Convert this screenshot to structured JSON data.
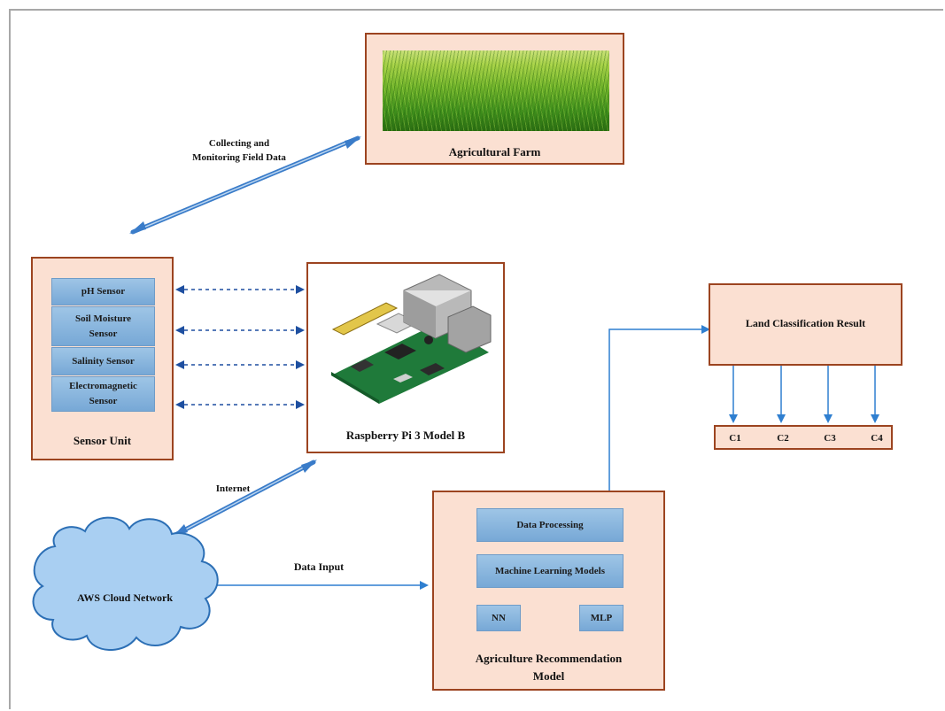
{
  "farm": {
    "title": "Agricultural Farm"
  },
  "link_farm": {
    "line1": "Collecting and",
    "line2": "Monitoring Field Data"
  },
  "sensor_unit": {
    "title": "Sensor Unit",
    "sensors": [
      "pH Sensor",
      "Soil Moisture Sensor",
      "Salinity Sensor",
      "Electromagnetic Sensor"
    ]
  },
  "raspberry": {
    "title": "Raspberry Pi 3 Model B"
  },
  "internet_label": "Internet",
  "cloud": {
    "title": "AWS Cloud Network"
  },
  "data_input_label": "Data Input",
  "recommendation": {
    "title_line1": "Agriculture Recommendation",
    "title_line2": "Model",
    "data_processing": "Data Processing",
    "ml_models": "Machine Learning Models",
    "nn": "NN",
    "mlp": "MLP"
  },
  "classification": {
    "title": "Land Classification Result",
    "classes": [
      "C1",
      "C2",
      "C3",
      "C4"
    ]
  },
  "colors": {
    "box_fill": "#fbe0d2",
    "box_border": "#9c4420",
    "arrow_blue": "#2f7fd0",
    "sensor_blue": "#86b3de"
  }
}
